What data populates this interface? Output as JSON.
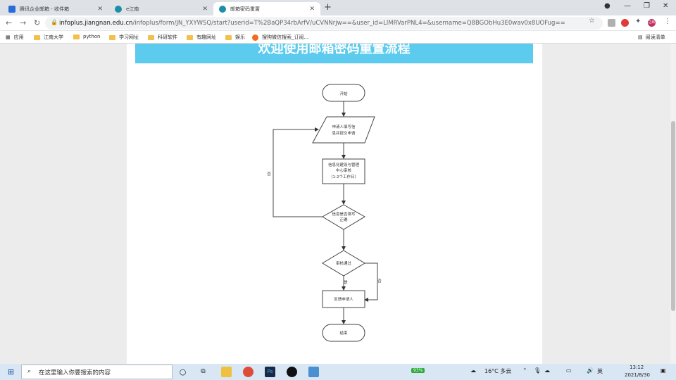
{
  "tabs": [
    {
      "title": "腾讯企业邮箱 - 收件箱",
      "icon_color": "#2a6bd8"
    },
    {
      "title": "e江南",
      "icon_color": "#1c8fa8"
    },
    {
      "title": "邮箱密码重置",
      "icon_color": "#1c8fa8"
    }
  ],
  "address": {
    "host": "infoplus.jiangnan.edu.cn",
    "path": "/infoplus/form/JN_YXYWSQ/start?userid=T%2BaQP34rbArfV/uCVNNrjw==&user_id=LlMRVarPNL4=&username=Q8BGObHu3E0wav0x8UOFug=="
  },
  "extensions": {
    "avatar": "之岭"
  },
  "bookmarks": {
    "apps": "应用",
    "items": [
      "江南大学",
      "python",
      "学习网址",
      "科研软件",
      "有趣网址",
      "娱乐",
      "搜狗微信搜索_订阅..."
    ],
    "reading": "阅读清单"
  },
  "page": {
    "banner": "欢迎使用邮箱密码重置流程",
    "flow": {
      "start": "开始",
      "apply": [
        "申请人填写信",
        "息并提交申请"
      ],
      "review": [
        "信息化建设与管理",
        "中心审核",
        "（1-2个工作日）"
      ],
      "check_info": [
        "信息是否填写",
        "正确"
      ],
      "approved": "审核通过",
      "feedback": "反馈申请人",
      "end": "结束",
      "no": "否",
      "yes": "是"
    }
  },
  "taskbar": {
    "search_placeholder": "在这里输入你要搜索的内容",
    "battery": "93%",
    "weather": "16°C 多云",
    "ime": "英",
    "time": "13:12",
    "date": "2021/8/30"
  }
}
